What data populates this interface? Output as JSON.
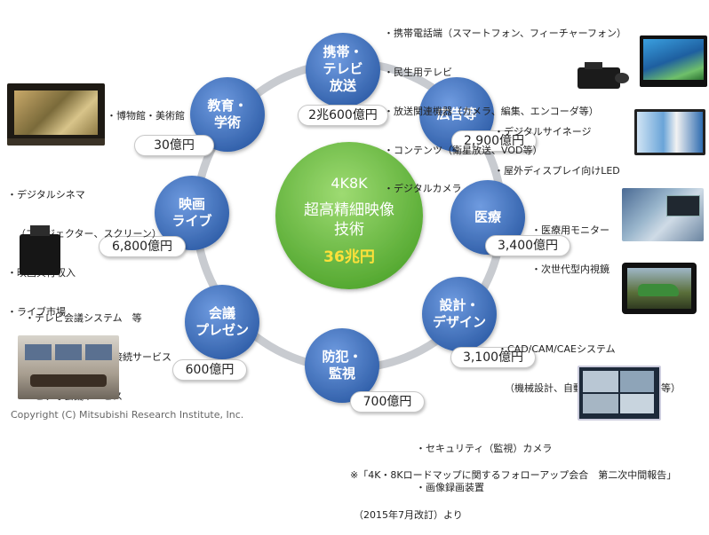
{
  "center": {
    "line1": "4K8K",
    "line2": "超高精細映像",
    "line3": "技術",
    "value": "36兆円"
  },
  "nodes": [
    {
      "id": "mobile-tv",
      "label": "携帯・\nテレビ\n放送",
      "value": "2兆600億円"
    },
    {
      "id": "advertising",
      "label": "広告等",
      "value": "2,900億円"
    },
    {
      "id": "medical",
      "label": "医療",
      "value": "3,400億円"
    },
    {
      "id": "design",
      "label": "設計・\nデザイン",
      "value": "3,100億円"
    },
    {
      "id": "security",
      "label": "防犯・\n監視",
      "value": "700億円"
    },
    {
      "id": "meeting",
      "label": "会議\nプレゼン",
      "value": "600億円"
    },
    {
      "id": "cinema",
      "label": "映画\nライブ",
      "value": "6,800億円"
    },
    {
      "id": "education",
      "label": "教育・\n学術",
      "value": "30億円"
    }
  ],
  "bullets": {
    "mobile-tv": [
      "・携帯電話端（スマートフォン、フィーチャーフォン）",
      "・民生用テレビ",
      "・放送関連機器（カメラ、編集、エンコーダ等）",
      "・コンテンツ（衛星放送、VOD等）",
      "・デジタルカメラ"
    ],
    "advertising": [
      "・デジタルサイネージ",
      "・屋外ディスプレイ向けLED"
    ],
    "medical": [
      "・医療用モニター",
      "・次世代型内視鏡"
    ],
    "design": [
      "・CAD/CAM/CAEシステム",
      "（機械設計、自動車、工業デザイン等）"
    ],
    "security": [
      "・セキュリティ（監視）カメラ",
      "・画像録画装置"
    ],
    "meeting": [
      "・テレビ会議システム　等",
      "・テレビ会議多地点接続サービス",
      "・ビデオ会議サービス"
    ],
    "cinema": [
      "・デジタルシネマ",
      "（プロジェクター、スクリーン）",
      "・映画興行収入",
      "・ライブ市場"
    ],
    "education": [
      "・博物館・美術館"
    ]
  },
  "copyright": "Copyright (C) Mitsubishi Research Institute, Inc.",
  "source": [
    "※「4K・8Kロードマップに関するフォローアップ会合　第二次中間報告」",
    "（2015年7月改訂）より"
  ],
  "colors": {
    "node": "#4a78c0",
    "ring": "#c8cbd0",
    "center": "#6bbf46",
    "center_value": "#ffe13a"
  }
}
